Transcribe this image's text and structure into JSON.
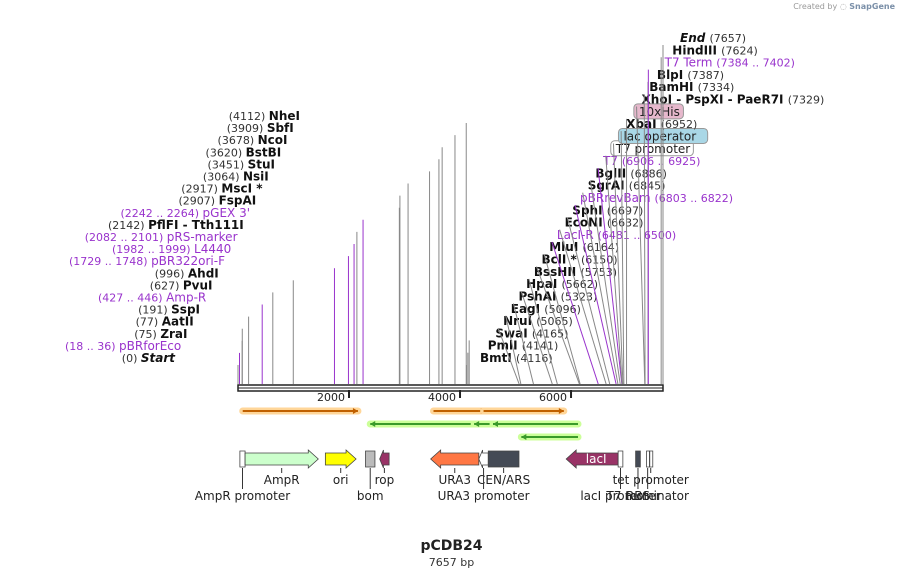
{
  "brand": {
    "created_by": "Created by",
    "name": "SnapGene"
  },
  "map": {
    "name": "pCDB24",
    "size_label": "7657 bp",
    "total_bp": 7657,
    "ticks": [
      {
        "pos": 2000,
        "label": "2000"
      },
      {
        "pos": 4000,
        "label": "4000"
      },
      {
        "pos": 6000,
        "label": "6000"
      }
    ],
    "colors": {
      "enzyme": "#111111",
      "primer": "#9933cc",
      "line": "#888888"
    }
  },
  "labels": [
    {
      "kind": "site",
      "name": "Start",
      "coord": "(0)",
      "pos": 0,
      "coord_first": true,
      "italic": true
    },
    {
      "kind": "primer",
      "name": "pBRforEco",
      "coord": "(18 .. 36)",
      "pos": 27,
      "coord_first": true
    },
    {
      "kind": "site",
      "name": "ZraI",
      "coord": "(75)",
      "pos": 75,
      "coord_first": true
    },
    {
      "kind": "site",
      "name": "AatII",
      "coord": "(77)",
      "pos": 77,
      "coord_first": true
    },
    {
      "kind": "site",
      "name": "SspI",
      "coord": "(191)",
      "pos": 191,
      "coord_first": true
    },
    {
      "kind": "primer",
      "name": "Amp-R",
      "coord": "(427 .. 446)",
      "pos": 436,
      "coord_first": true
    },
    {
      "kind": "site",
      "name": "PvuI",
      "coord": "(627)",
      "pos": 627,
      "coord_first": true
    },
    {
      "kind": "site",
      "name": "AhdI",
      "coord": "(996)",
      "pos": 996,
      "coord_first": true
    },
    {
      "kind": "primer",
      "name": "pBR322ori-F",
      "coord": "(1729 .. 1748)",
      "pos": 1738,
      "coord_first": true
    },
    {
      "kind": "primer",
      "name": "L4440",
      "coord": "(1982 .. 1999)",
      "pos": 1990,
      "coord_first": true
    },
    {
      "kind": "primer",
      "name": "pRS-marker",
      "coord": "(2082 .. 2101)",
      "pos": 2091,
      "coord_first": true
    },
    {
      "kind": "site",
      "name": "PflFI  -  Tth111I",
      "coord": "(2142)",
      "pos": 2142,
      "coord_first": true
    },
    {
      "kind": "primer",
      "name": "pGEX 3'",
      "coord": "(2242 .. 2264)",
      "pos": 2253,
      "coord_first": true
    },
    {
      "kind": "site",
      "name": "FspAI",
      "coord": "(2907)",
      "pos": 2907,
      "coord_first": true
    },
    {
      "kind": "site",
      "name": "MscI *",
      "coord": "(2917)",
      "pos": 2917,
      "coord_first": true
    },
    {
      "kind": "site",
      "name": "NsiI",
      "coord": "(3064)",
      "pos": 3064,
      "coord_first": true
    },
    {
      "kind": "site",
      "name": "StuI",
      "coord": "(3451)",
      "pos": 3451,
      "coord_first": true
    },
    {
      "kind": "site",
      "name": "BstBI",
      "coord": "(3620)",
      "pos": 3620,
      "coord_first": true
    },
    {
      "kind": "site",
      "name": "NcoI",
      "coord": "(3678)",
      "pos": 3678,
      "coord_first": true
    },
    {
      "kind": "site",
      "name": "SbfI",
      "coord": "(3909)",
      "pos": 3909,
      "coord_first": true
    },
    {
      "kind": "site",
      "name": "NheI",
      "coord": "(4112)",
      "pos": 4112,
      "coord_first": true
    },
    {
      "kind": "site",
      "name": "BmtI",
      "coord": "(4116)",
      "pos": 4116,
      "coord_first": false
    },
    {
      "kind": "site",
      "name": "PmlI",
      "coord": "(4141)",
      "pos": 4141,
      "coord_first": false
    },
    {
      "kind": "site",
      "name": "SwaI",
      "coord": "(4165)",
      "pos": 4165,
      "coord_first": false
    },
    {
      "kind": "site",
      "name": "NruI",
      "coord": "(5065)",
      "pos": 5065,
      "coord_first": false
    },
    {
      "kind": "site",
      "name": "EagI",
      "coord": "(5096)",
      "pos": 5096,
      "coord_first": false
    },
    {
      "kind": "site",
      "name": "PshAI",
      "coord": "(5323)",
      "pos": 5323,
      "coord_first": false
    },
    {
      "kind": "site",
      "name": "HpaI",
      "coord": "(5662)",
      "pos": 5662,
      "coord_first": false
    },
    {
      "kind": "site",
      "name": "BssHII",
      "coord": "(5753)",
      "pos": 5753,
      "coord_first": false
    },
    {
      "kind": "site",
      "name": "BclI *",
      "coord": "(6150)",
      "pos": 6150,
      "coord_first": false
    },
    {
      "kind": "site",
      "name": "MluI",
      "coord": "(6164)",
      "pos": 6164,
      "coord_first": false
    },
    {
      "kind": "primer",
      "name": "LacI-R",
      "coord": "(6481 .. 6500)",
      "pos": 6490,
      "coord_first": false
    },
    {
      "kind": "site",
      "name": "EcoNI",
      "coord": "(6632)",
      "pos": 6632,
      "coord_first": false
    },
    {
      "kind": "site",
      "name": "SphI",
      "coord": "(6697)",
      "pos": 6697,
      "coord_first": false
    },
    {
      "kind": "primer",
      "name": "pBRrevBam",
      "coord": "(6803 .. 6822)",
      "pos": 6812,
      "coord_first": false
    },
    {
      "kind": "site",
      "name": "SgrAI",
      "coord": "(6845)",
      "pos": 6845,
      "coord_first": false
    },
    {
      "kind": "site",
      "name": "BglII",
      "coord": "(6886)",
      "pos": 6886,
      "coord_first": false
    },
    {
      "kind": "primer",
      "name": "T7",
      "coord": "(6906 .. 6925)",
      "pos": 6915,
      "coord_first": false
    },
    {
      "kind": "feature",
      "name": "T7 promoter",
      "pos": 6920,
      "coord_first": false,
      "style": "white"
    },
    {
      "kind": "feature",
      "name": "lac operator",
      "pos": 6935,
      "coord_first": false,
      "style": "blue"
    },
    {
      "kind": "site",
      "name": "XbaI",
      "coord": "(6952)",
      "pos": 6952,
      "coord_first": false
    },
    {
      "kind": "feature",
      "name": "10xHis",
      "pos": 7000,
      "coord_first": false,
      "style": "pink"
    },
    {
      "kind": "site",
      "name": "XhoI  -  PspXI  -  PaeR7I",
      "coord": "(7329)",
      "pos": 7329,
      "coord_first": false
    },
    {
      "kind": "site",
      "name": "BamHI",
      "coord": "(7334)",
      "pos": 7334,
      "coord_first": false
    },
    {
      "kind": "site",
      "name": "BlpI",
      "coord": "(7387)",
      "pos": 7387,
      "coord_first": false
    },
    {
      "kind": "primer",
      "name": "T7 Term",
      "coord": "(7384 .. 7402)",
      "pos": 7393,
      "coord_first": false
    },
    {
      "kind": "site",
      "name": "HindIII",
      "coord": "(7624)",
      "pos": 7624,
      "coord_first": false
    },
    {
      "kind": "site",
      "name": "End",
      "coord": "(7657)",
      "pos": 7657,
      "coord_first": false,
      "italic": true
    }
  ],
  "primer_arrows": [
    {
      "start": 100,
      "end": 2540,
      "dir": "right",
      "color": "orange",
      "lane": 1
    },
    {
      "start": 2800,
      "end": 5000,
      "dir": "left",
      "color": "green",
      "lane": 2
    },
    {
      "start": 4140,
      "end": 5250,
      "dir": "right",
      "color": "orange",
      "lane": 1
    },
    {
      "start": 5000,
      "end": 5900,
      "dir": "left",
      "color": "green",
      "lane": 2
    },
    {
      "start": 5200,
      "end": 6900,
      "dir": "right",
      "color": "orange",
      "lane": 1
    },
    {
      "start": 5400,
      "end": 7200,
      "dir": "left",
      "color": "green",
      "lane": 2
    },
    {
      "start": 6000,
      "end": 7200,
      "dir": "left",
      "color": "green",
      "lane": 3
    }
  ],
  "features": [
    {
      "name": "AmpR promoter",
      "start": 40,
      "end": 150,
      "dir": "none",
      "color": "#ffffff"
    },
    {
      "name": "AmpR",
      "start": 150,
      "end": 1700,
      "dir": "right",
      "color": "#ccffcc"
    },
    {
      "name": "ori",
      "start": 1850,
      "end": 2500,
      "dir": "right",
      "color": "#ffff00"
    },
    {
      "name": "bom",
      "start": 2700,
      "end": 2900,
      "dir": "none",
      "color": "#bbbbbb"
    },
    {
      "name": "rop",
      "start": 3000,
      "end": 3200,
      "dir": "left",
      "color": "#993366"
    },
    {
      "name": "URA3",
      "start": 4080,
      "end": 5100,
      "dir": "left",
      "color": "#ff7744"
    },
    {
      "name": "URA3 promoter",
      "start": 5100,
      "end": 5300,
      "dir": "left",
      "color": "#ffffff"
    },
    {
      "name": "CEN/ARS",
      "start": 5300,
      "end": 5950,
      "dir": "none",
      "color": "#444a55"
    },
    {
      "name": "lacI",
      "start": 6950,
      "end": 8050,
      "dir": "left",
      "color": "#993366"
    },
    {
      "name": "lacI promoter",
      "start": 8050,
      "end": 8150,
      "dir": "none",
      "color": "#ffffff"
    },
    {
      "name": "RBS",
      "start": 8420,
      "end": 8520,
      "dir": "none",
      "color": "#444a55"
    },
    {
      "name": "T7 terminator",
      "start": 8650,
      "end": 8700,
      "dir": "none",
      "color": "#ffffff"
    },
    {
      "name": "tet promoter",
      "start": 8720,
      "end": 8760,
      "dir": "none",
      "color": "#ffffff"
    }
  ],
  "feature_labels": [
    {
      "text": "AmpR",
      "row": 1,
      "x_at": "AmpR"
    },
    {
      "text": "ori",
      "row": 1,
      "x_at": "ori"
    },
    {
      "text": "rop",
      "row": 1,
      "x_at": "rop"
    },
    {
      "text": "URA3",
      "row": 1,
      "x_at": "URA3"
    },
    {
      "text": "CEN/ARS",
      "row": 1,
      "x_at": "CEN/ARS"
    },
    {
      "text": "tet promoter",
      "row": 1,
      "x_at": "tet promoter"
    },
    {
      "text": "AmpR promoter",
      "row": 2,
      "x_at": "AmpR promoter"
    },
    {
      "text": "bom",
      "row": 2,
      "x_at": "bom"
    },
    {
      "text": "URA3 promoter",
      "row": 2,
      "x_at": "URA3 promoter"
    },
    {
      "text": "lacI promoter",
      "row": 2,
      "x_at": "lacI promoter"
    },
    {
      "text": "RBS",
      "row": 2,
      "x_at": "RBS"
    },
    {
      "text": "T7 terminator",
      "row": 2,
      "x_at": "T7 terminator"
    }
  ]
}
